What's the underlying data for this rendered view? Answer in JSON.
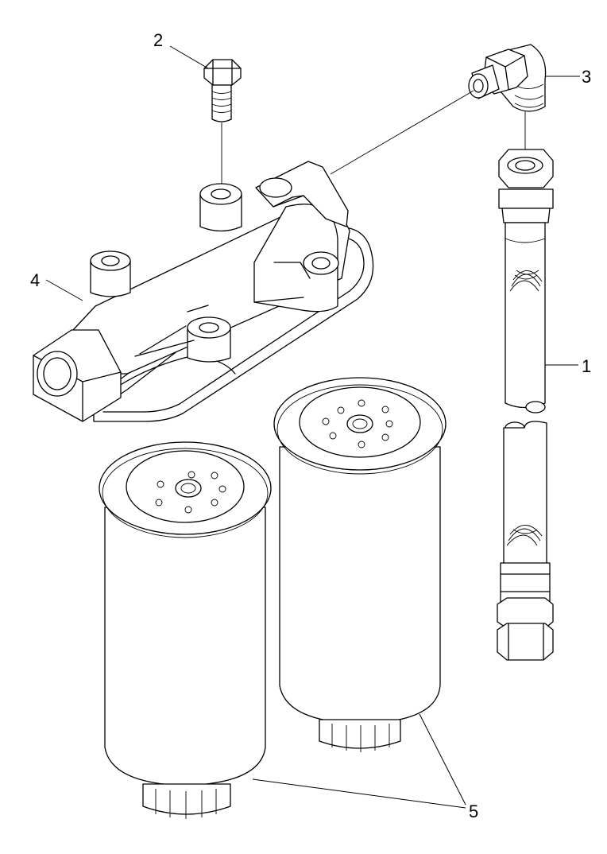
{
  "callouts": {
    "c1": "1",
    "c2": "2",
    "c3": "3",
    "c4": "4",
    "c5": "5"
  },
  "colors": {
    "stroke": "#000000",
    "background": "#ffffff"
  }
}
